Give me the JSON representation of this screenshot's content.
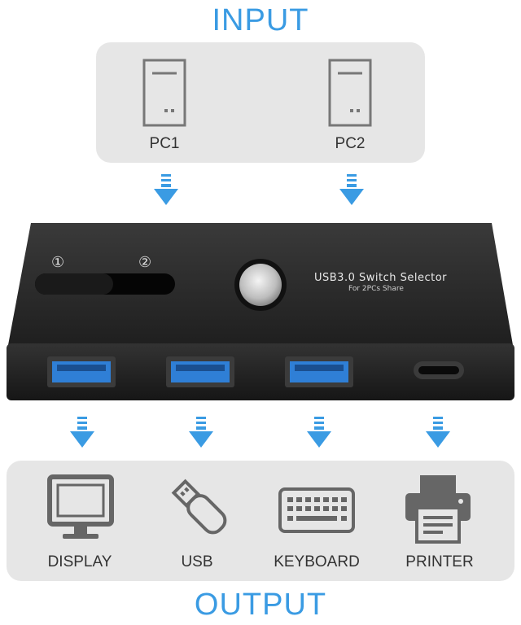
{
  "input_title": "INPUT",
  "output_title": "OUTPUT",
  "inputs": [
    {
      "label": "PC1",
      "icon": "pc-tower-icon"
    },
    {
      "label": "PC2",
      "icon": "pc-tower-icon"
    }
  ],
  "device": {
    "title": "USB3.0 Switch Selector",
    "subtitle": "For 2PCs Share",
    "led_1": "①",
    "led_2": "②"
  },
  "outputs": [
    {
      "label": "DISPLAY",
      "icon": "monitor-icon"
    },
    {
      "label": "USB",
      "icon": "usb-flash-drive-icon"
    },
    {
      "label": "KEYBOARD",
      "icon": "keyboard-icon"
    },
    {
      "label": "PRINTER",
      "icon": "printer-icon"
    }
  ],
  "colors": {
    "accent": "#3a9be3",
    "panel": "#e6e6e6",
    "device": "#2a2a2a",
    "usb_port": "#2f7fd6"
  }
}
